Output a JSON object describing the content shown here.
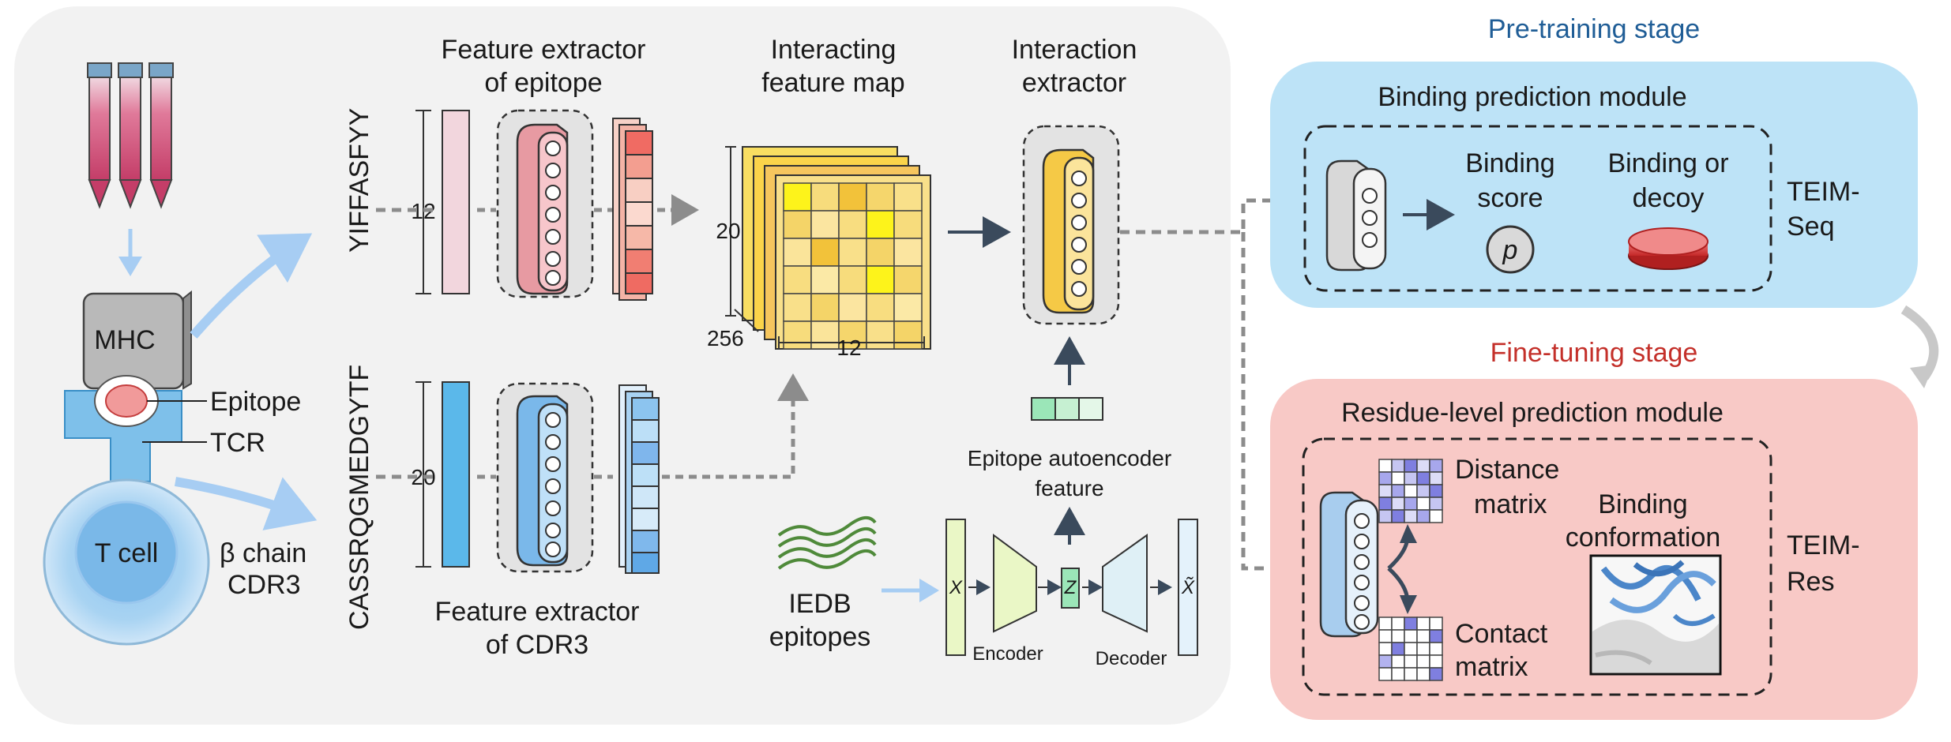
{
  "pretraining": {
    "stage_title": "Pre-training stage",
    "module_title": "Binding prediction module",
    "binding_score": [
      "Binding",
      "score"
    ],
    "p_symbol": "p",
    "binding_or_decoy": [
      "Binding or",
      "decoy"
    ],
    "model_name": [
      "TEIM-",
      "Seq"
    ]
  },
  "finetuning": {
    "stage_title": "Fine-tuning stage",
    "module_title": "Residue-level prediction module",
    "distance_matrix": [
      "Distance",
      "matrix"
    ],
    "contact_matrix": [
      "Contact",
      "matrix"
    ],
    "binding_conformation": [
      "Binding",
      "conformation"
    ],
    "model_name": [
      "TEIM-",
      "Res"
    ]
  },
  "left": {
    "mhc": "MHC",
    "epitope": "Epitope",
    "tcr": "TCR",
    "tcell": "T cell",
    "beta_chain": "β chain",
    "cdr3": "CDR3"
  },
  "sequences": {
    "epitope": "YIFFASFYY",
    "cdr3": "CASSRQGMEDGYTF",
    "epitope_len": "12",
    "cdr3_len": "20"
  },
  "extractors": {
    "epitope": [
      "Feature extractor",
      "of epitope"
    ],
    "cdr3": [
      "Feature extractor",
      "of CDR3"
    ]
  },
  "feature_map": {
    "title": [
      "Interacting",
      "feature map"
    ],
    "dim_rows": "20",
    "dim_cols": "12",
    "dim_depth": "256"
  },
  "interaction_extractor": [
    "Interaction",
    "extractor"
  ],
  "autoencoder": {
    "feature_label": [
      "Epitope autoencoder",
      "feature"
    ],
    "iedb": [
      "IEDB",
      "epitopes"
    ],
    "x": "X",
    "z": "Z",
    "x_hat": "X̃",
    "encoder": "Encoder",
    "decoder": "Decoder"
  },
  "colors": {
    "panel_bg": "#f2f2f2",
    "pretrain_bg": "#bde3f7",
    "finetune_bg": "#f8c9c6",
    "pretrain_title": "#1f5d96",
    "finetune_title": "#c4302a",
    "arrow_blue": "#a7cdf3",
    "dark_arrow": "#3a4a5c"
  }
}
